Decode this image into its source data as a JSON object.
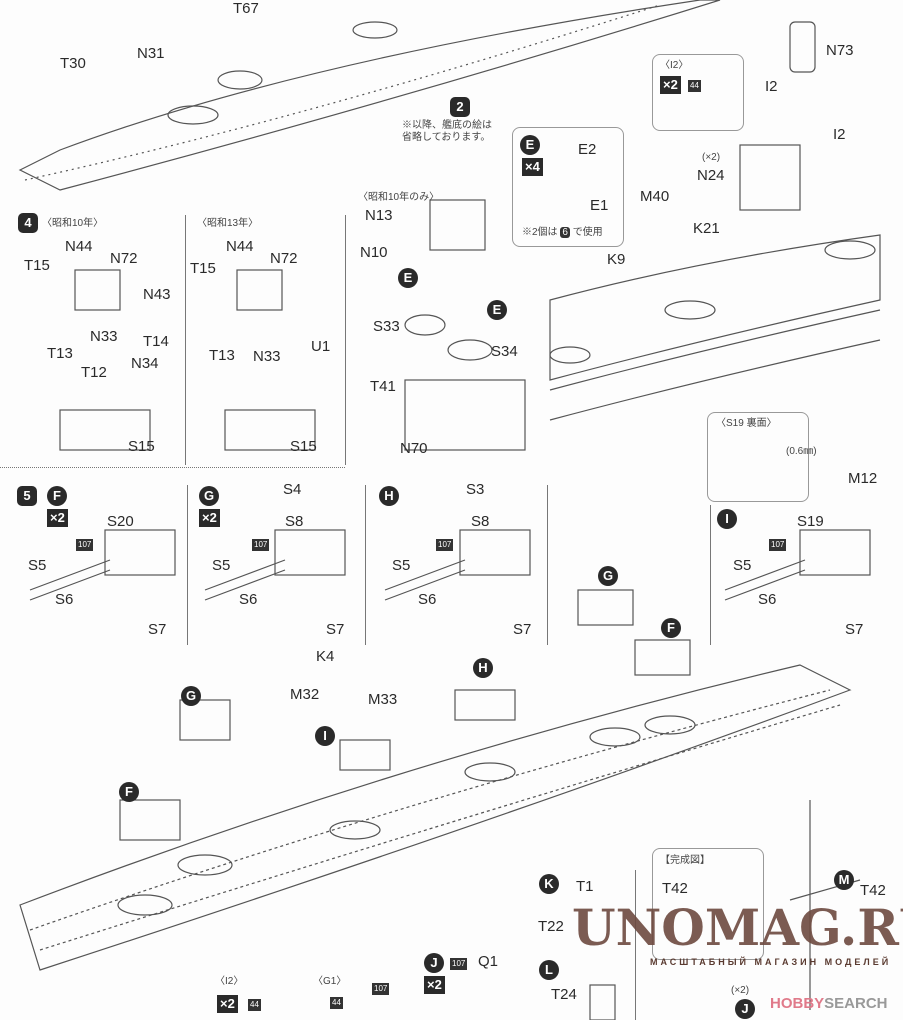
{
  "step2": {
    "badge": "2",
    "note": "※以降、艦底の絵は省略しております。"
  },
  "top": {
    "t67": "T67",
    "t30": "T30",
    "n31": "N31"
  },
  "box_e": {
    "badge": "E",
    "mult": "×4",
    "e2": "E2",
    "e1": "E1",
    "note_pre": "※2個は",
    "note_step": "6",
    "note_post": "で使用"
  },
  "box_i2": {
    "title": "〈I2〉",
    "mult": "×2",
    "part_no": "44"
  },
  "right_top": {
    "n73": "N73",
    "i2a": "I2",
    "i2b": "I2",
    "x2": "(×2)",
    "n24": "N24",
    "m40": "M40",
    "k21": "K21",
    "k9": "K9"
  },
  "step4": {
    "badge": "4",
    "a": {
      "title": "〈昭和10年〉",
      "n44": "N44",
      "t15": "T15",
      "n72": "N72",
      "n43": "N43",
      "t14": "T14",
      "n33": "N33",
      "t13": "T13",
      "t12": "T12",
      "n34": "N34",
      "s15": "S15"
    },
    "b": {
      "title": "〈昭和13年〉",
      "n44": "N44",
      "t15": "T15",
      "n72": "N72",
      "u1": "U1",
      "t13": "T13",
      "n33": "N33",
      "s15": "S15"
    },
    "c": {
      "title": "〈昭和10年のみ〉",
      "n13": "N13",
      "n10": "N10",
      "e1": "E",
      "s33": "S33",
      "e2": "E",
      "s34": "S34",
      "t41": "T41",
      "n70": "N70"
    }
  },
  "step5": {
    "badge": "5",
    "f": {
      "badge": "F",
      "mult": "×2",
      "top": "S20",
      "num": "107",
      "s5": "S5",
      "s6": "S6",
      "s7": "S7"
    },
    "g": {
      "badge": "G",
      "mult": "×2",
      "top": "S4",
      "s8": "S8",
      "num": "107",
      "s5": "S5",
      "s6": "S6",
      "s7": "S7"
    },
    "h": {
      "badge": "H",
      "top": "S3",
      "s8": "S8",
      "num": "107",
      "s5": "S5",
      "s6": "S6",
      "s7": "S7"
    },
    "i": {
      "badge": "I",
      "top": "M12",
      "s19": "S19",
      "num": "107",
      "s5": "S5",
      "s6": "S6",
      "s7": "S7"
    },
    "s19box": {
      "title": "〈S19 裏面〉",
      "size": "(0.6㎜)"
    }
  },
  "ship": {
    "g1": "G",
    "f1": "F",
    "h": "H",
    "k4": "K4",
    "m32": "M32",
    "m33": "M33",
    "i": "I",
    "g2": "G",
    "f2": "F"
  },
  "bottom": {
    "k": "K",
    "t1": "T1",
    "t22": "T22",
    "complete": "【完成図】",
    "t42a": "T42",
    "m": "M",
    "t42b": "T42",
    "l": "L",
    "t24": "T24",
    "x2": "(×2)",
    "j": "J",
    "j_badge": "J",
    "j_mult": "×2",
    "j_num": "107",
    "q1": "Q1",
    "i2_title": "〈I2〉",
    "i2_mult": "×2",
    "i2_num": "44",
    "g1_title": "〈G1〉",
    "g1_num": "44",
    "g1_num2": "107"
  },
  "watermark": {
    "text": "UNOMAG.RU",
    "sub": "МАСШТАБНЫЙ МАГАЗИН МОДЕЛЕЙ",
    "hobby": "HOBBY",
    "search": "SEARCH"
  }
}
